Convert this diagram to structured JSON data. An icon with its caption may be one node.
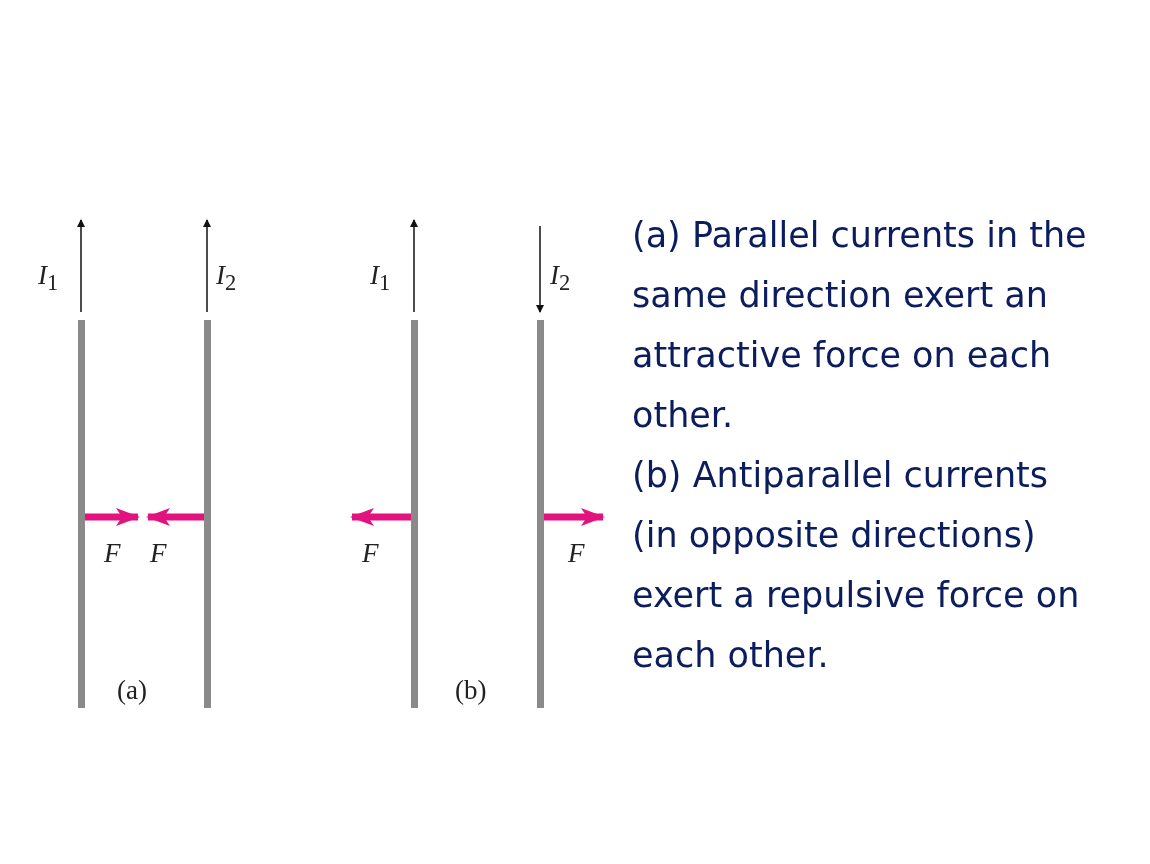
{
  "diagram": {
    "labels": [
      "*I*$_{1}$",
      "*I*$_{2}$",
      "*F*",
      "*F*",
      "(a)",
      "*I*$_{1}$",
      "*I*$_{2}$",
      "*F*",
      "*F*",
      "(b)",
      "(a) Parallel currents in the same direction exert an attractive force on each other.",
      "(b) Antiparallel currents (in opposite directions) exert a repulsive force on each other."
    ]
  }
}
